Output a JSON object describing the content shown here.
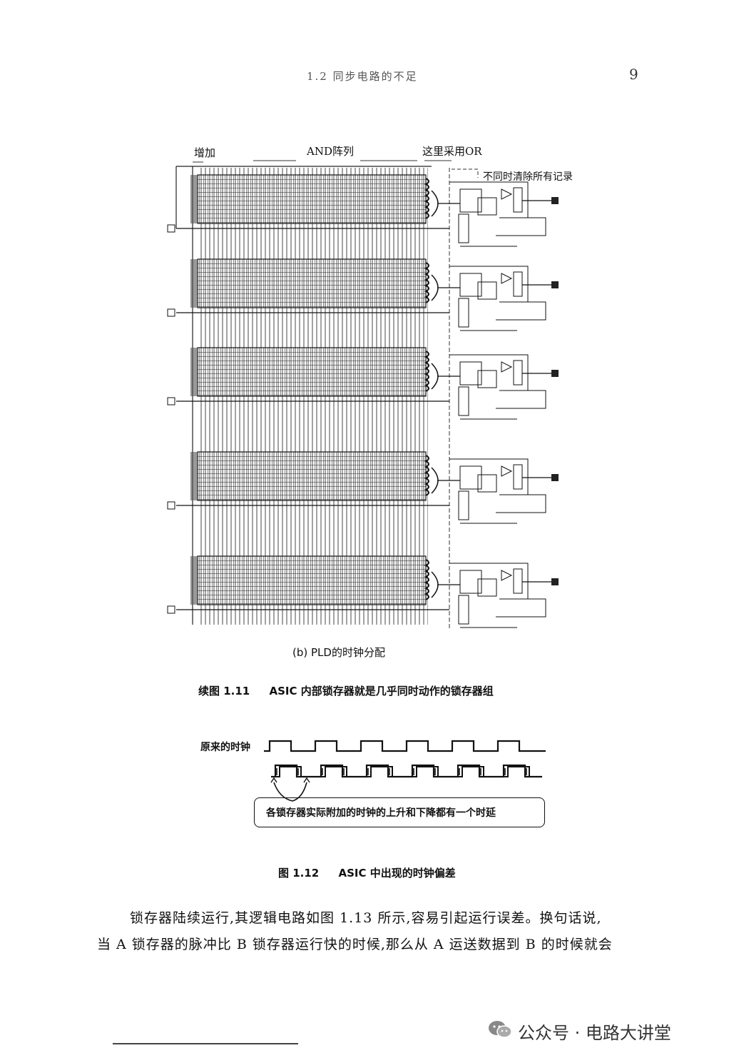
{
  "header": {
    "running_title": "1.2  同步电路的不足",
    "page_number": "9"
  },
  "figure_1_11": {
    "label_increase": "增加",
    "label_and_array": "AND阵列",
    "label_or": "这里采用OR",
    "label_reset": "不同时清除所有记录",
    "subcaption": "(b) PLD的时钟分配",
    "caption_number": "续图 1.11",
    "caption_text": "ASIC 内部锁存器就是几乎同时动作的锁存器组"
  },
  "figure_1_12": {
    "label_original_clock": "原来的时钟",
    "callout": "各锁存器实际附加的时钟的上升和下降都有一个时延",
    "caption_number": "图 1.12",
    "caption_text": "ASIC 中出现的时钟偏差"
  },
  "body": {
    "line1": "锁存器陆续运行,其逻辑电路如图 1.13 所示,容易引起运行误差。换句话说,",
    "line2": "当 A 锁存器的脉冲比 B 锁存器运行快的时候,那么从 A 运送数据到 B 的时候就会"
  },
  "watermark": {
    "text": "公众号 · 电路大讲堂"
  }
}
